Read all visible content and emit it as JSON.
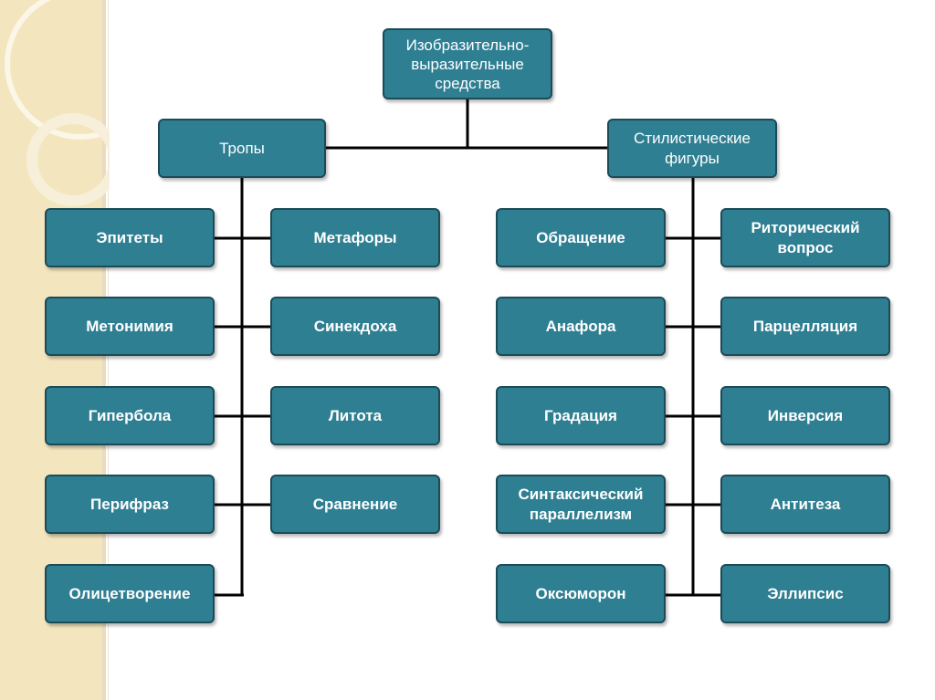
{
  "root": "Изобразительно-выразительные средства",
  "branches": [
    {
      "title": "Тропы",
      "items": [
        "Эпитеты",
        "Метафоры",
        "Метонимия",
        "Синекдоха",
        "Гипербола",
        "Литота",
        "Перифраз",
        "Сравнение",
        "Олицетворение"
      ]
    },
    {
      "title": "Стилистические фигуры",
      "items": [
        "Обращение",
        "Риторический вопрос",
        "Анафора",
        "Парцелляция",
        "Градация",
        "Инверсия",
        "Синтаксический параллелизм",
        "Антитеза",
        "Оксюморон",
        "Эллипсис"
      ]
    }
  ],
  "colors": {
    "box_fill": "#2f7f93",
    "box_border": "#1c4b57",
    "connector": "#000000",
    "background_band": "#f3e6bf"
  }
}
